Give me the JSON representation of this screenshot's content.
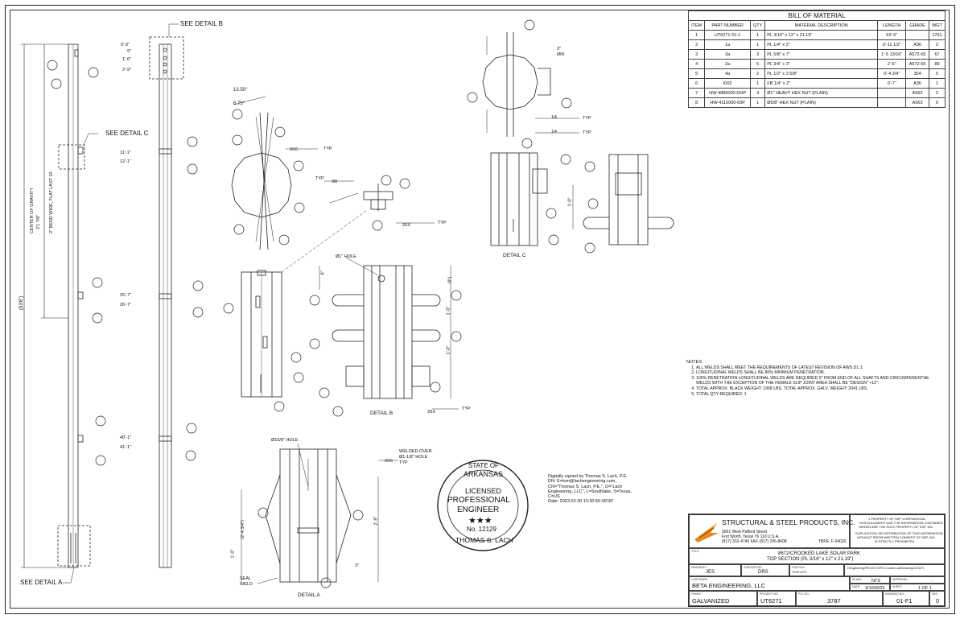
{
  "labels": {
    "see_detail_b": "SEE DETAIL B",
    "see_detail_c": "SEE DETAIL C",
    "see_detail_a": "SEE DETAIL A",
    "detail_a": "DETAIL A",
    "detail_b": "DETAIL B",
    "detail_c": "DETAIL C",
    "cog": "CENTER OF GRAVITY",
    "cog_val": "2'1 7/8\"",
    "bend_line": "2\" BEND WIDE, FLAT LAST 10",
    "overall_len": "(53'6\")",
    "typ": "TYP",
    "weld_316": "3/16",
    "weld_38": "3/8",
    "weld_14": "1/4",
    "hole_ref": "Ø1\" HOLE",
    "hole_ref2": "Ø15/8\" HOLE",
    "welded_over": "WELDED OVER",
    "welded_over2": "Ø1-1/8\" HOLE",
    "seal_weld": "SEAL",
    "seal_weld2": "WELD",
    "ang1": "13.50°",
    "ang2": "6.75°",
    "three_min": "3\"",
    "min": "MIN",
    "dim_1_0": "1'-0\"",
    "dim_2_9": "2'-9\"",
    "dim_2_4": "(2'-4 3/4\")",
    "dim_3": "3\"",
    "dim_9": "(9\")",
    "dim_6": "6\""
  },
  "elevations": {
    "top": [
      "0'-0\"",
      "9\"",
      "1'-6\"",
      "2'-9\""
    ],
    "c": [
      "11'-1\"",
      "12'-1\""
    ],
    "m": [
      "25'-7\"",
      "26'-7\""
    ],
    "b": [
      "40'-1\"",
      "41'-1\""
    ]
  },
  "bom": {
    "title": "BILL OF MATERIAL",
    "headers": [
      "ITEM",
      "PART NUMBER",
      "QTY",
      "MATERIAL DESCRIPTION",
      "LENGTH",
      "GRADE",
      "WGT"
    ],
    "rows": [
      [
        "1",
        "UT6271-01-1",
        "1",
        "PL 3/16\" x 12\" x 21.19\"",
        "53'-6\"",
        "",
        "1761"
      ],
      [
        "2",
        "1a",
        "1",
        "PL 1/4\" x 2\"",
        "0'-11 1/2\"",
        "A36",
        "2"
      ],
      [
        "3",
        "3a",
        "3",
        "PL 5/8\" x 7\"",
        "1'-5 13/16\"",
        "A572-65",
        "67"
      ],
      [
        "4",
        "2a",
        "5",
        "PL 3/4\" x 3\"",
        "2'-5\"",
        "A572-65",
        "89"
      ],
      [
        "5",
        "4a",
        "2",
        "PL 1/2\" x 3 5/8\"",
        "0'-4 3/4\"",
        "304",
        "5"
      ],
      [
        "6",
        "I002",
        "1",
        "FB 1/4\" x 2\"",
        "0'-7\"",
        "A36",
        "1"
      ],
      [
        "7",
        "HW-4880000-DHP",
        "4",
        "Ø1\" HEAVY HEX NUT (PLAIN)",
        "",
        "A563",
        "2"
      ],
      [
        "8",
        "HW-4110000-63P",
        "1",
        "Ø5/8\" HEX NUT (PLAIN)",
        "",
        "A563",
        "0"
      ]
    ]
  },
  "notes": {
    "header": "NOTES:",
    "items": [
      "ALL WELDS SHALL MEET THE REQUIREMENTS OF LATEST REVISION OF AWS D1.1",
      "LONGITUDINAL WELDS SHALL BE 80% MINIMUM PENETRATION.",
      "100% PENETRATION LONGITUDINAL WELDS ARE REQUIRED 6\" FROM END OF ALL SHAFTS AND CIRCUMFERENTIAL WELDS WITH THE EXCEPTION OF THE FEMALE SLIP JOINT AREA SHALL BE \"DESIGN\" +12\".",
      "TOTAL APPROX. BLACK WEIGHT: 1958 LBS. TOTAL APPROX. GALV. WEIGHT: 2041 LBS.",
      "TOTAL QTY REQUIRED: 1"
    ]
  },
  "stamp": {
    "state": "STATE OF",
    "arkansas": "ARKANSAS",
    "licensed": "LICENSED",
    "professional": "PROFESSIONAL",
    "engineer": "ENGINEER",
    "stars": "★★★",
    "number": "No. 12129",
    "name": "THOMAS S. LACH"
  },
  "signature": {
    "line1": "Digitally signed by Thomas S. Lach, P.E.",
    "line2": "DN: E=tom@lachengineering.com, CN=\"Thomas S. Lach, P.E.\", O=\"Lach Engineering, LLC\", L=Southlake, S=Texas, C=US",
    "line3": "Date: 2023.03.30 10:30:50-05'00'"
  },
  "titleblock": {
    "company": "STRUCTURAL & STEEL PRODUCTS, INC.",
    "address1": "3001 West Pafford Street",
    "address2": "Fort Worth, Texas 76 110 U.S.A.",
    "phone": "(817) 332-4740 FAX (817) 336-8608",
    "tbpe": "TBPE: F-04020",
    "prop1": "1 PROPERTY OF SSP CONFIDENTIAL",
    "prop2": "THIS DOCUMENT AND THE INFORMATION CONTAINED",
    "prop3": "HEREIN ARE THE SOLE PROPERTY OF SSP, INC.",
    "prop4": "DUPLICATION OR DISTRIBUTION OF THIS INFORMATION",
    "prop5": "WITHOUT PRIOR WRITTEN CONSENT OF SSP, INC.",
    "prop6": "IS STRICTLY PROHIBITED.",
    "title_cap": "TITLE",
    "title1": "8672/CROOKED LAKE SOLAR PARK",
    "title2": "TOP SECTION (PL 3/16\" x 12\" x 21.19\")",
    "drawn_cap": "DRAWN BY:",
    "drawn": "JES",
    "checked_cap": "CHECKED BY:",
    "checked": "DRS",
    "cad_cap": "CAD FILE:",
    "tmplt_cap": "TEMPLATE:",
    "path": "J:\\Engineering\\PROJECTS\\PG Crooked Lake\\Drawings\\UT6271",
    "scale_cap": "SCALE:",
    "scale": "NTS",
    "approval_cap": "APPROVAL:",
    "approval": "-",
    "date_cap": "DATE:",
    "date": "3/10/2023",
    "sheet_cap": "SHEET:",
    "sheet": "1 OF 1",
    "customer_cap": "CUSTOMER:",
    "customer": "BETA ENGINEERING, LLC",
    "finish_cap": "FINISH:",
    "finish": "GALVANIZED",
    "project_cap": "PROJECT NO.",
    "project": "UT6271",
    "po_cap": "P.O. NO.",
    "po": "3787",
    "drawing_cap": "DRAWING NO.",
    "drawing": "01-F1",
    "rev_cap": "REV",
    "rev": "0"
  }
}
